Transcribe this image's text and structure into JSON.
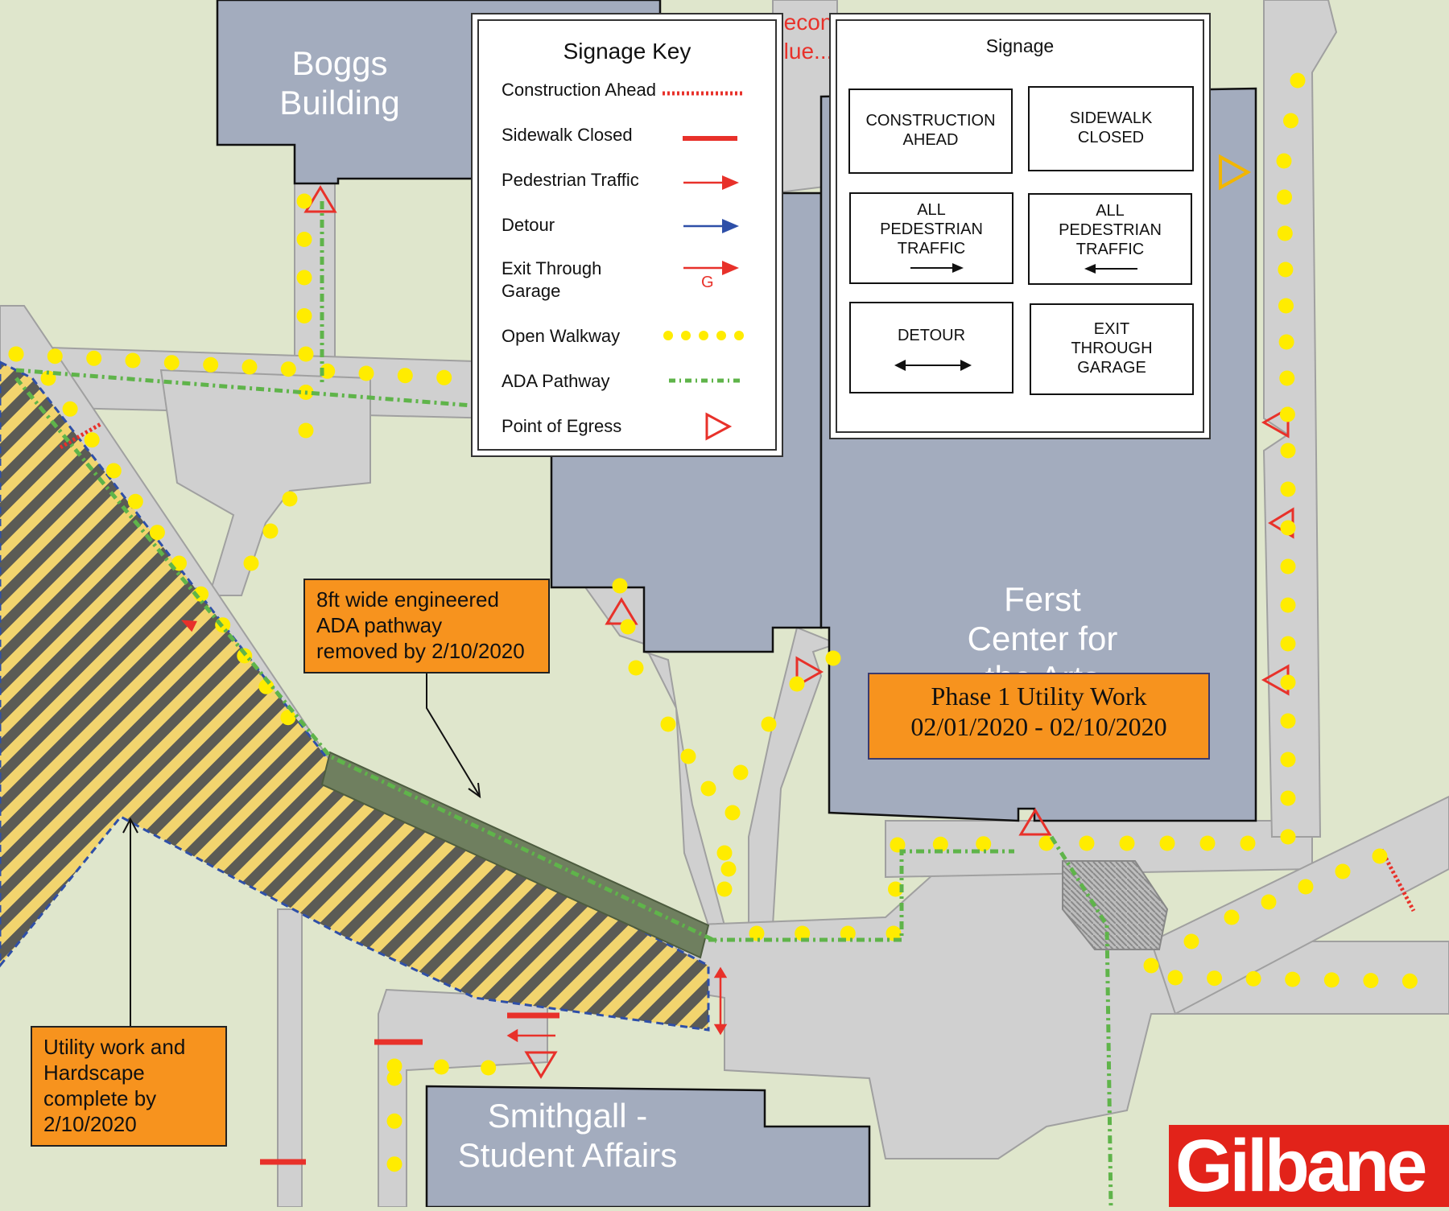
{
  "colors": {
    "grass": "#dfe6cc",
    "path": "#d0d0d0",
    "path_edge": "#a0a0a0",
    "building": "#a3acbe",
    "open_walkway": "#ffec00",
    "ada_pathway": "#5fb44a",
    "construction": "#e8312a",
    "detour": "#2e4fa8",
    "callout": "#f7931e",
    "egress_yellow": "#f2b600",
    "logo_red": "#e2231a"
  },
  "buildings": {
    "boggs": "Boggs\nBuilding",
    "ferst": "Ferst\nCenter for\nthe Arts",
    "smithgall": "Smithgall -\nStudent Affairs",
    "hidden_label": "Secondary\nBlue..."
  },
  "callouts": {
    "ada_removed": "8ft wide engineered\nADA pathway\nremoved by 2/10/2020",
    "utility_complete": "Utility work and\nHardscape\ncomplete by\n2/10/2020",
    "phase_title": "Phase 1 Utility Work",
    "phase_dates": "02/01/2020 - 02/10/2020"
  },
  "signage_key": {
    "title": "Signage Key",
    "items": [
      {
        "label": "Construction Ahead",
        "symbol": "dotted-red-line-icon"
      },
      {
        "label": "Sidewalk Closed",
        "symbol": "solid-red-line-icon"
      },
      {
        "label": "Pedestrian Traffic",
        "symbol": "red-arrow-icon"
      },
      {
        "label": "Detour",
        "symbol": "blue-arrow-icon"
      },
      {
        "label": "Exit Through\nGarage",
        "symbol": "red-arrow-g-icon",
        "symbol_text": "G"
      },
      {
        "label": "Open Walkway",
        "symbol": "yellow-dots-icon"
      },
      {
        "label": "ADA Pathway",
        "symbol": "green-dash-dot-icon"
      },
      {
        "label": "Point of Egress",
        "symbol": "red-triangle-icon"
      }
    ]
  },
  "signage": {
    "title": "Signage",
    "signs": [
      {
        "text": "CONSTRUCTION\nAHEAD",
        "arrow": "none"
      },
      {
        "text": "SIDEWALK\nCLOSED",
        "arrow": "none"
      },
      {
        "text": "ALL\nPEDESTRIAN\nTRAFFIC",
        "arrow": "right"
      },
      {
        "text": "ALL\nPEDESTRIAN\nTRAFFIC",
        "arrow": "left"
      },
      {
        "text": "DETOUR",
        "arrow": "both"
      },
      {
        "text": "EXIT\nTHROUGH\nGARAGE",
        "arrow": "none"
      }
    ]
  },
  "logo": {
    "text": "Gilbane"
  }
}
